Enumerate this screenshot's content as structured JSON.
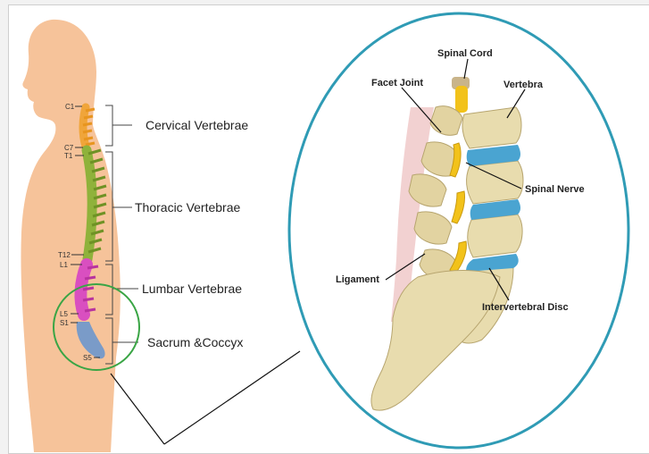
{
  "spine_labels": {
    "c1": "C1",
    "c7": "C7",
    "t1": "T1",
    "t12": "T12",
    "l1": "L1",
    "l5": "L5",
    "s1": "S1",
    "s5": "S5"
  },
  "regions": {
    "cervical": "Cervical Vertebrae",
    "thoracic": "Thoracic Vertebrae",
    "lumbar": "Lumbar Vertebrae",
    "sacrum": "Sacrum &Coccyx"
  },
  "detail_labels": {
    "spinal_cord": "Spinal Cord",
    "facet_joint": "Facet Joint",
    "vertebra": "Vertebra",
    "spinal_nerve": "Spinal Nerve",
    "ligament": "Ligament",
    "intervertebral_disc": "Intervertebral Disc"
  },
  "colors": {
    "skin": "#f6c39a",
    "cervical": "#f0a53a",
    "thoracic": "#8fb23b",
    "lumbar": "#d94fc0",
    "sacrum": "#7a9bc8",
    "zoom_circle": "#2f9bb5",
    "highlight_circle": "#3aa545",
    "bone": "#e8dcae",
    "disc": "#4aa4d1",
    "nerve": "#f2c21a"
  }
}
